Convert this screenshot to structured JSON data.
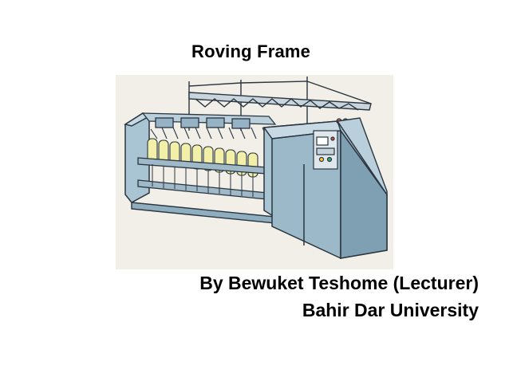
{
  "slide": {
    "title": "Roving Frame",
    "author_line": "By Bewuket Teshome (Lecturer)",
    "institution_line": "Bahir Dar University"
  },
  "illustration": {
    "subject": "roving frame machine",
    "colors": {
      "background": "#f1efe8",
      "body": "#a9c4d2",
      "body_dark": "#7f9fb2",
      "outline": "#2a3540",
      "bobbin": "#f2f0a8"
    }
  }
}
